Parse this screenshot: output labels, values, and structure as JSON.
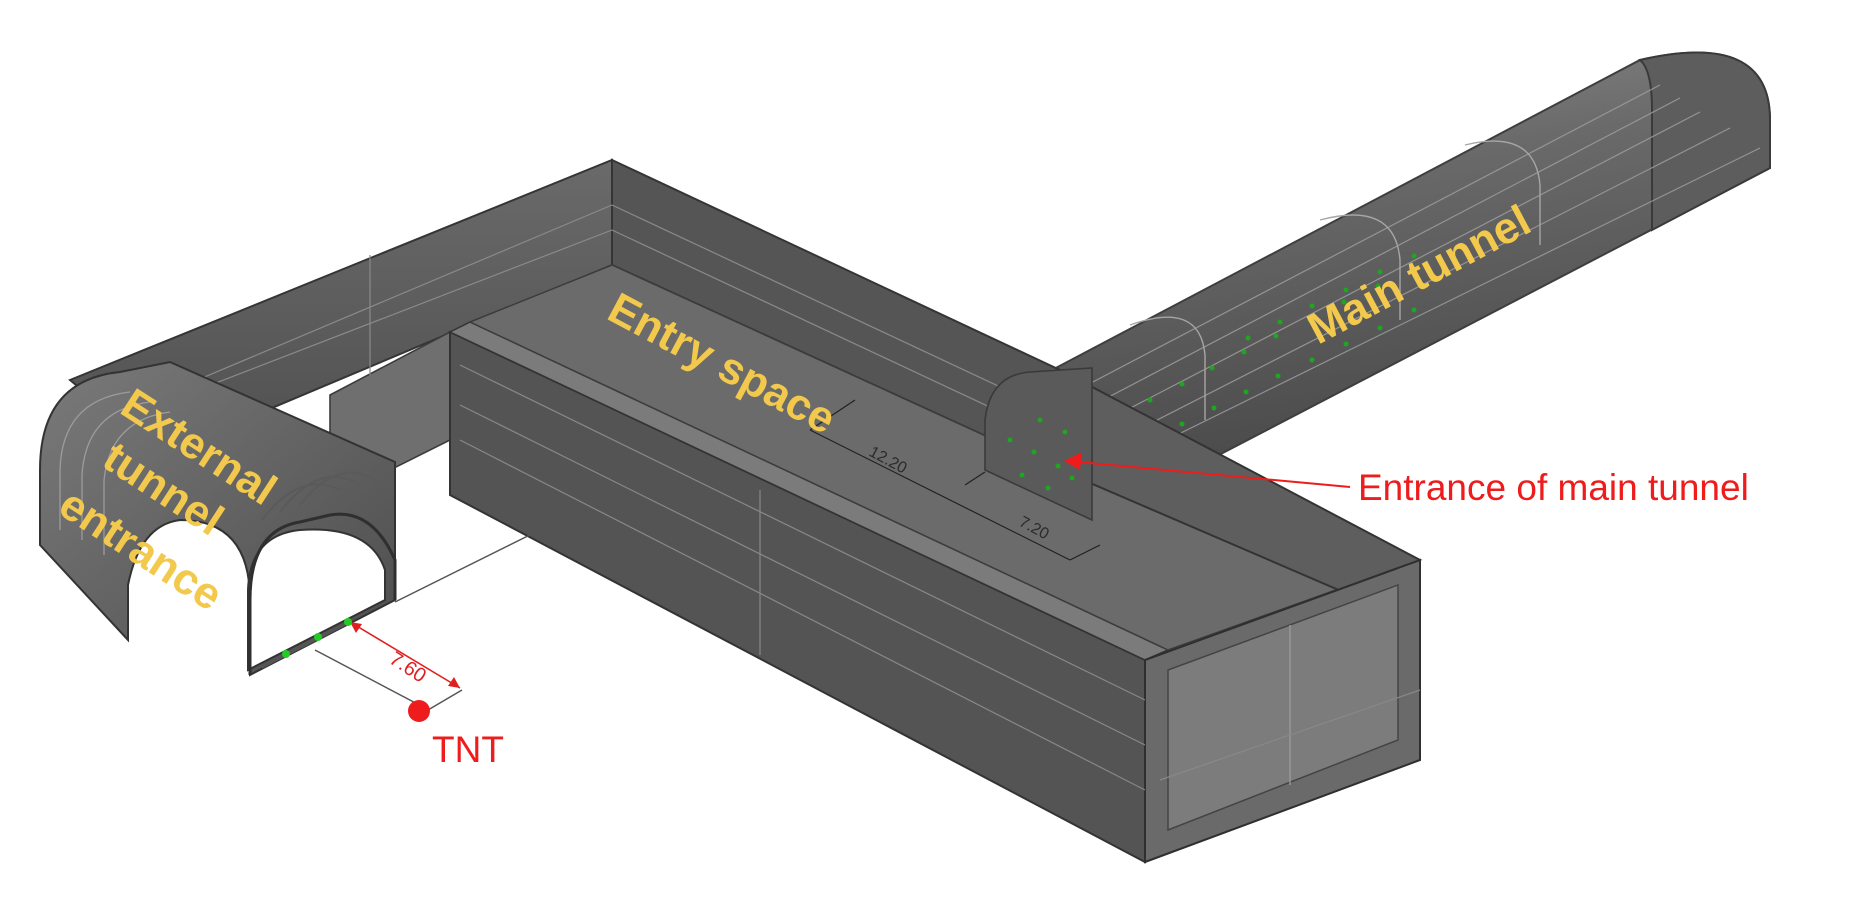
{
  "labels": {
    "external_line1": "External",
    "external_line2": "tunnel",
    "external_line3": "entrance",
    "entry_space": "Entry space",
    "main_tunnel": "Main tunnel",
    "entrance_of_main_tunnel": "Entrance of main tunnel",
    "tnt": "TNT"
  },
  "dimensions": {
    "standoff": "7.60",
    "dim_a": "12.20",
    "dim_b": "7.20"
  },
  "colors": {
    "label_yellow": "#f2c94c",
    "annotation_red": "#ee1c1c",
    "marker_green": "#22cc22",
    "solid_gray": "#5a5a5a"
  }
}
